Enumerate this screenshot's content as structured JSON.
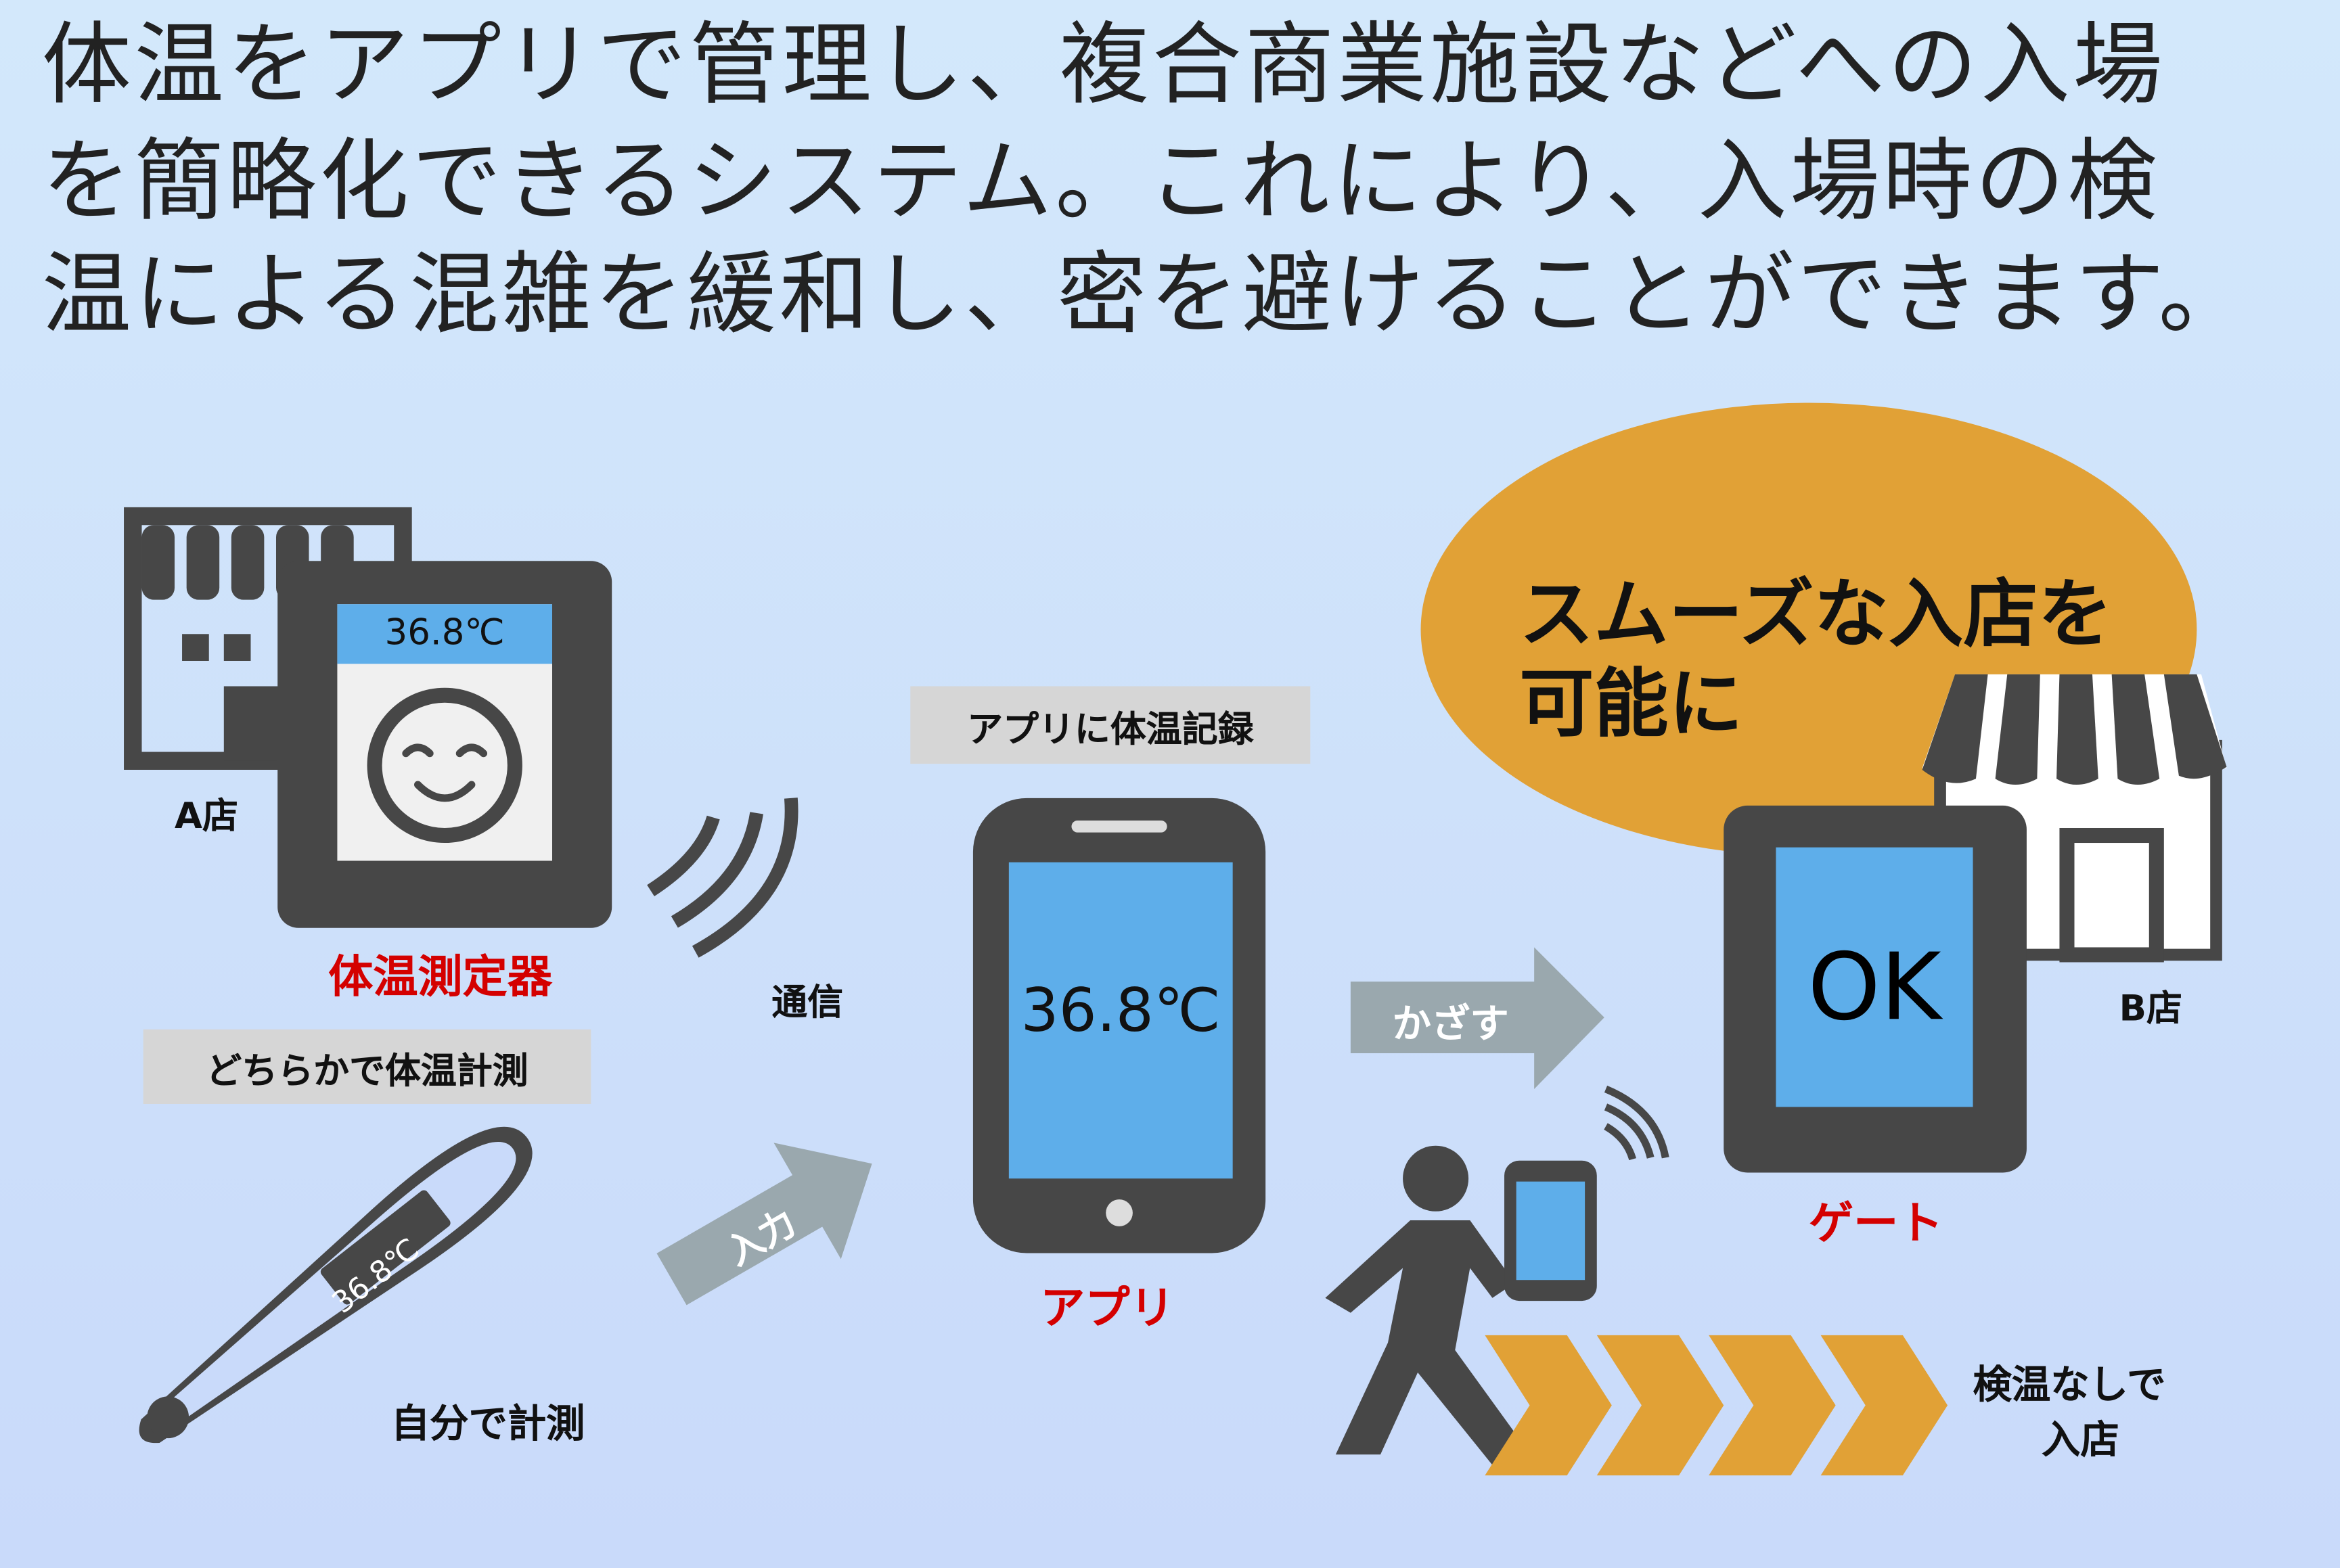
{
  "heading": {
    "lines": [
      "体温をアプリで管理し、複合商業施設などへの入場",
      "を簡略化できるシステム。これにより、入場時の検",
      "温による混雑を緩和し、密を避けることができます。"
    ]
  },
  "left": {
    "store_a_label": "A店",
    "device_temp": "36.8℃",
    "device_label": "体温測定器",
    "comm_label": "通信",
    "either_box": "どちらかで体温計測",
    "thermometer_temp": "36.8℃",
    "self_label": "自分で計測",
    "input_arrow": "入力"
  },
  "center": {
    "record_box": "アプリに体温記録",
    "phone_temp": "36.8℃",
    "app_label": "アプリ",
    "hold_arrow": "かざす"
  },
  "right": {
    "bubble_line1": "スムーズな入店を",
    "bubble_line2": "可能に",
    "gate_screen": "OK",
    "store_b_label": "B店",
    "gate_label": "ゲート",
    "enter_line1": "検温なしで",
    "enter_line2": "入店"
  },
  "colors": {
    "dark": "#474747",
    "blue": "#5eaeea",
    "orange": "#e1a136",
    "red": "#d40000",
    "arrow": "#9aa8ae"
  }
}
